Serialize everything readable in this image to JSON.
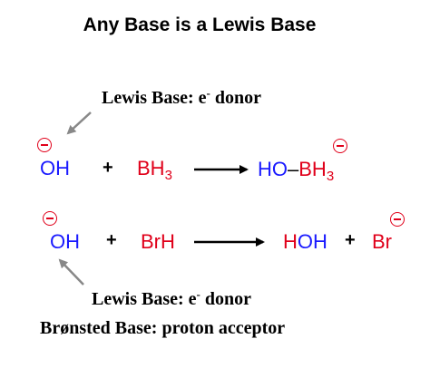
{
  "title": "Any Base is a Lewis Base",
  "label_top": {
    "prefix": "Lewis Base: e",
    "sup": "-",
    "suffix": " donor"
  },
  "label_bottom": {
    "prefix": "Lewis Base: e",
    "sup": "-",
    "suffix": " donor"
  },
  "label_bronsted": "Brønsted Base: proton acceptor",
  "reaction1": {
    "hydroxide": "OH",
    "plus": "+",
    "reagent_main": "BH",
    "reagent_sub": "3",
    "product_left": "HO",
    "product_dash": "–",
    "product_right_main": "BH",
    "product_right_sub": "3"
  },
  "reaction2": {
    "hydroxide": "OH",
    "plus": "+",
    "reagent": "BrH",
    "product_h": "H",
    "product_oh": "OH",
    "plus2": "+",
    "product_br": "Br"
  },
  "colors": {
    "oxygen": "#1a1aff",
    "acid": "#e0001a",
    "charge": "#e0001a",
    "arrow": "#000000",
    "pointer": "#888888"
  }
}
